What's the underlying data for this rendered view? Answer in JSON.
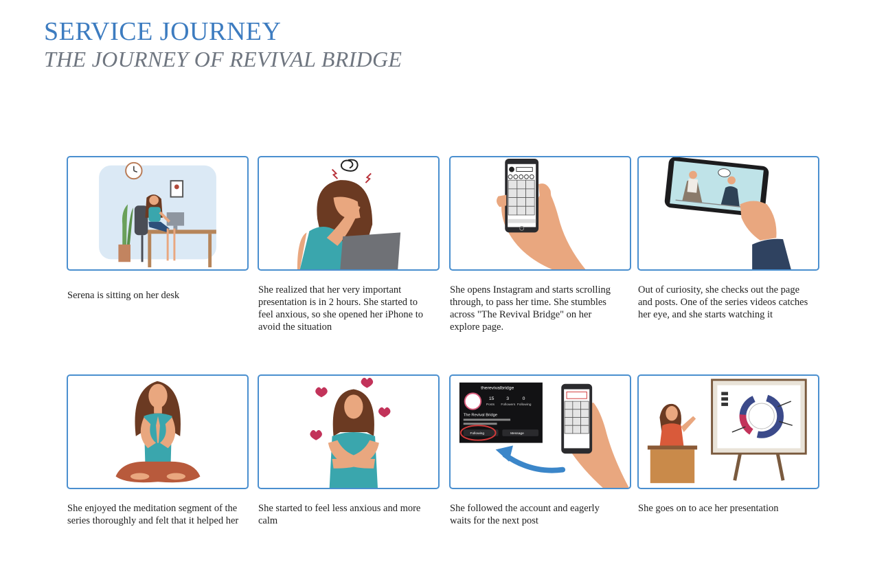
{
  "header": {
    "title": "SERVICE JOURNEY",
    "subtitle": "THE JOURNEY OF REVIVAL BRIDGE"
  },
  "panels": [
    {
      "caption": "Serena is sitting on her desk",
      "icon": "woman-at-desk-illustration"
    },
    {
      "caption": "She realized that her very important presentation is in 2 hours. She started to feel anxious, so she opened her iPhone to avoid the situation",
      "icon": "anxious-woman-laptop-illustration"
    },
    {
      "caption": "She opens Instagram and starts scrolling through, to pass her time. She stumbles across \"The Revival Bridge\" on her explore page.",
      "icon": "hand-holding-phone-illustration"
    },
    {
      "caption": "Out of curiosity, she checks out the page and posts. One of the series videos catches her eye, and she starts watching it",
      "icon": "phone-video-illustration"
    },
    {
      "caption": "She enjoyed the meditation segment of the series thoroughly and felt that it helped her",
      "icon": "meditating-woman-illustration"
    },
    {
      "caption": "She started to feel less anxious and more calm",
      "icon": "calm-woman-hearts-illustration"
    },
    {
      "caption": "She followed the account and eagerly waits for the next post",
      "icon": "instagram-follow-illustration"
    },
    {
      "caption": "She goes on to ace her presentation",
      "icon": "presentation-illustration"
    }
  ],
  "instagram": {
    "handle": "therevivalbridge",
    "posts_count": "15",
    "posts_label": "Posts",
    "followers_count": "3",
    "followers_label": "Followers",
    "following_count": "0",
    "following_label": "Following",
    "name": "The Revival Bridge",
    "following_button": "Following",
    "message_button": "Message"
  },
  "colors": {
    "accent": "#3d7cc0",
    "subtitle": "#6f7680",
    "panel_border": "#4a8fcf",
    "teal_top": "#3aa6ad",
    "skin": "#e9a77f",
    "hair": "#6b3a22"
  }
}
